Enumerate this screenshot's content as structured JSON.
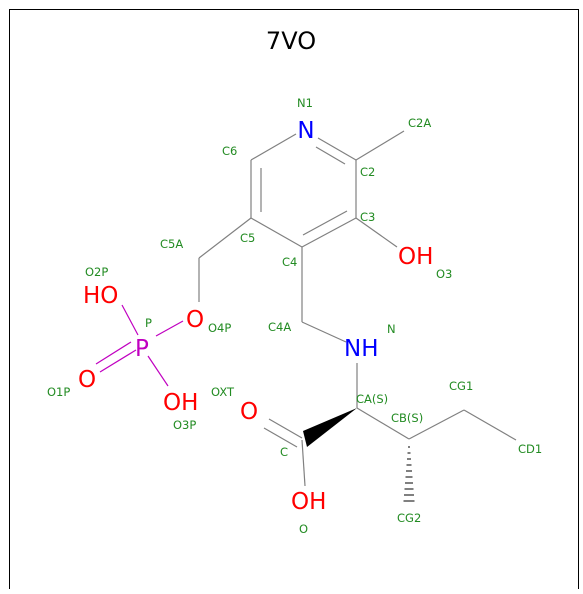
{
  "title": "7VO",
  "colors": {
    "label": "#228b22",
    "bond": "#808080",
    "nitrogen": "#0000ff",
    "oxygen": "#ff0000",
    "phosphorus": "#c000c0",
    "frame": "#000000",
    "wedge": "#000000"
  },
  "atom_labels": {
    "n1": "N1",
    "c2a": "C2A",
    "c6": "C6",
    "c2": "C2",
    "c3": "C3",
    "c5a": "C5A",
    "c5": "C5",
    "c4": "C4",
    "o3": "O3",
    "o2p": "O2P",
    "p": "P",
    "o4p": "O4P",
    "c4a": "C4A",
    "n": "N",
    "o1p": "O1P",
    "oxt": "OXT",
    "ca": "CA(S)",
    "cg1": "CG1",
    "cb": "CB(S)",
    "o3p": "O3P",
    "c": "C",
    "cd1": "CD1",
    "o": "O",
    "cg2": "CG2"
  },
  "element_symbols": {
    "n1": "N",
    "o3": "OH",
    "o2p": "HO",
    "o4p": "O",
    "p": "P",
    "o1p": "O",
    "o3p": "OH",
    "n": "NH",
    "oxt": "O",
    "o": "OH"
  }
}
